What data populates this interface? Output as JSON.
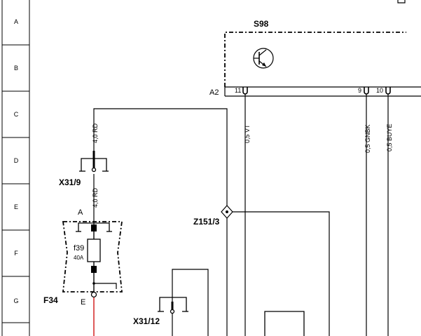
{
  "grid": {
    "rows": [
      "A",
      "B",
      "C",
      "D",
      "E",
      "F",
      "G"
    ]
  },
  "components": {
    "s98": {
      "label": "S98",
      "area_label": "A2",
      "pins": [
        "11",
        "9",
        "10"
      ]
    },
    "x31_9": {
      "label": "X31/9"
    },
    "x31_12": {
      "label": "X31/12"
    },
    "z151_3": {
      "label": "Z151/3"
    },
    "f34": {
      "label": "F34",
      "top_pin": "A",
      "bottom_pin": "E",
      "fuse_name": "f39",
      "fuse_rating": "40A"
    }
  },
  "wires": {
    "rd_upper": "4,0 RD",
    "rd_lower": "4,0 RD",
    "vt": "0,5 VT",
    "gnbk": "0,5 GNBK",
    "buye": "0,5 BUYE"
  },
  "colors": {
    "line": "#000000",
    "power_wire": "#cc0000"
  }
}
